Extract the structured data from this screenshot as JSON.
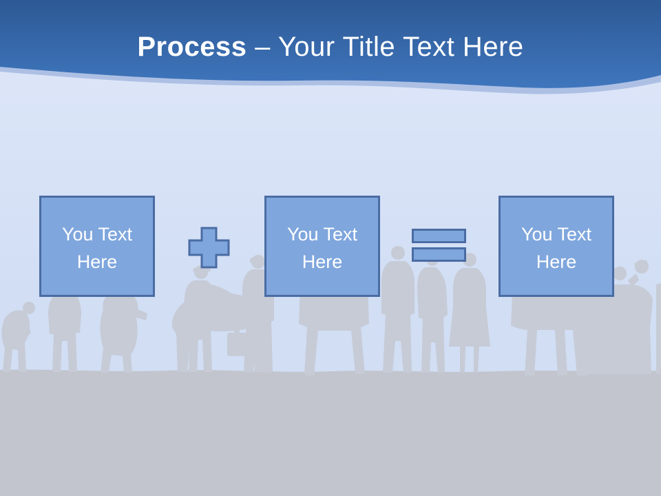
{
  "slide": {
    "title": {
      "bold": "Process",
      "rest": "– Your Title Text Here"
    }
  },
  "placeholders": [
    {
      "label": "You Text\nHere"
    },
    {
      "label": "You Text\nHere"
    },
    {
      "label": "You Text\nHere"
    }
  ],
  "operators": {
    "plus": "plus-icon",
    "equals": "equals-icon"
  },
  "colors": {
    "header_top": "#2D5995",
    "header_bottom": "#3F76BD",
    "wave_highlight": "#87A3D4",
    "sky_top": "#DCE5F8",
    "sky": "#D1DEF4",
    "shape_fill": "#7FA6DD",
    "shape_border": "#4A6CA3",
    "silhouette": "#C6CBD6",
    "ground": "#C2C5CD",
    "title_text": "#FFFFFF",
    "box_text": "#FFFFFF"
  }
}
